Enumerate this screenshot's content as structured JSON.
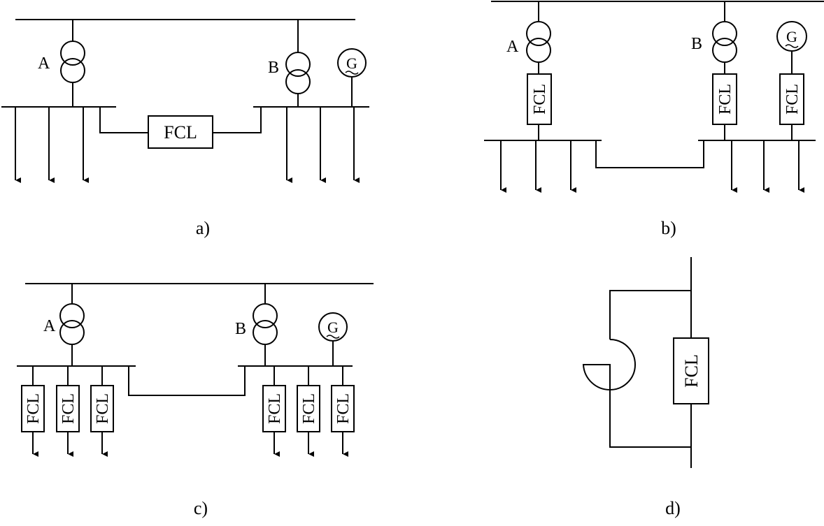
{
  "labels": {
    "transformer_a": "A",
    "transformer_b": "B",
    "generator": "G",
    "limiter": "FCL"
  },
  "captions": {
    "a": "a)",
    "b": "b)",
    "c": "c)",
    "d": "d)"
  }
}
